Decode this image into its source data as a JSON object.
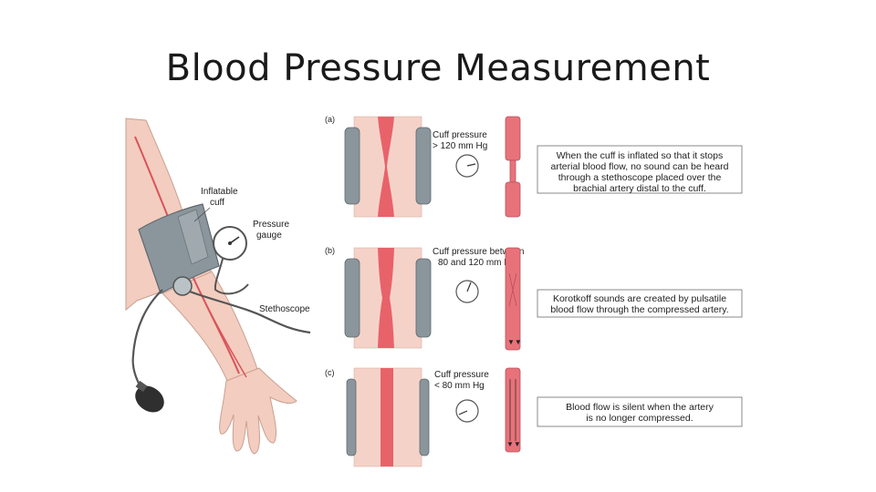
{
  "title": "Blood Pressure Measurement",
  "arm_labels": {
    "cuff": [
      "Inflatable",
      "cuff"
    ],
    "gauge": [
      "Pressure",
      "gauge"
    ],
    "stethoscope": "Stethoscope"
  },
  "panels": [
    {
      "tag": "(a)",
      "pressure": [
        "Cuff pressure",
        "> 120 mm Hg"
      ],
      "description": [
        "When the cuff is inflated so that it stops",
        "arterial blood flow, no sound can be heard",
        "through a stethoscope placed over the",
        "brachial artery distal to the cuff."
      ]
    },
    {
      "tag": "(b)",
      "pressure": [
        "Cuff pressure between",
        "80 and 120 mm Hg"
      ],
      "description": [
        "Korotkoff sounds are created by pulsatile",
        "blood flow through the compressed artery."
      ]
    },
    {
      "tag": "(c)",
      "pressure": [
        "Cuff pressure",
        "< 80 mm Hg"
      ],
      "description": [
        "Blood flow is silent when the artery",
        "is no longer compressed."
      ]
    }
  ],
  "colors": {
    "skin": "#f5d2c8",
    "artery": "#e8626a",
    "artery_dark": "#c94b55",
    "cuff": "#8a969c",
    "box_border": "#888888"
  }
}
